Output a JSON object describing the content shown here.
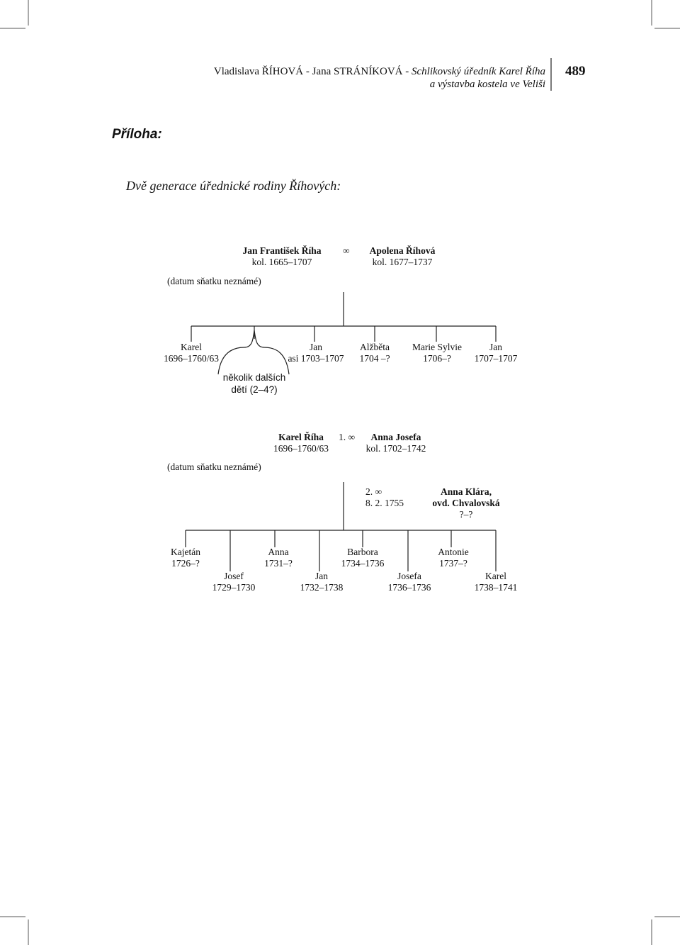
{
  "header": {
    "line1_authors": "Vladislava ŘÍHOVÁ - Jana STRÁNÍKOVÁ - ",
    "line1_title": "Schlikovský úředník Karel Říha",
    "line2_title": "a výstavba kostela ve Veliši",
    "page_number": "489"
  },
  "heading": "Příloha:",
  "subtitle": "Dvě generace úřednické rodiny Říhových:",
  "symbols": {
    "marriage": "∞"
  },
  "tree1": {
    "father": {
      "name": "Jan František Říha",
      "dates": "kol. 1665–1707"
    },
    "mother": {
      "name": "Apolena Říhová",
      "dates": "kol. 1677–1737"
    },
    "note": "(datum sňatku neznámé)",
    "children": [
      {
        "name": "Karel",
        "dates": "1696–1760/63"
      },
      {
        "name": "Jan",
        "dates": "asi 1703–1707"
      },
      {
        "name": "Alžběta",
        "dates": "1704 –?"
      },
      {
        "name": "Marie Sylvie",
        "dates": "1706–?"
      },
      {
        "name": "Jan",
        "dates": "1707–1707"
      }
    ],
    "others": {
      "line1": "několik dalších",
      "line2": "dětí (2–4?)"
    }
  },
  "tree2": {
    "father": {
      "name": "Karel Říha",
      "dates": "1696–1760/63"
    },
    "wife1": {
      "order": "1.",
      "name": "Anna Josefa",
      "dates": "kol. 1702–1742"
    },
    "note": "(datum sňatku neznámé)",
    "wife2": {
      "order": "2.",
      "date": "8. 2. 1755",
      "name": "Anna Klára,",
      "name2": "ovd. Chvalovská",
      "dates": "?–?"
    },
    "children": [
      {
        "name": "Kajetán",
        "dates": "1726–?"
      },
      {
        "name": "Josef",
        "dates": "1729–1730"
      },
      {
        "name": "Anna",
        "dates": "1731–?"
      },
      {
        "name": "Jan",
        "dates": "1732–1738"
      },
      {
        "name": "Barbora",
        "dates": "1734–1736"
      },
      {
        "name": "Josefa",
        "dates": "1736–1736"
      },
      {
        "name": "Antonie",
        "dates": "1737–?"
      },
      {
        "name": "Karel",
        "dates": "1738–1741"
      }
    ]
  }
}
